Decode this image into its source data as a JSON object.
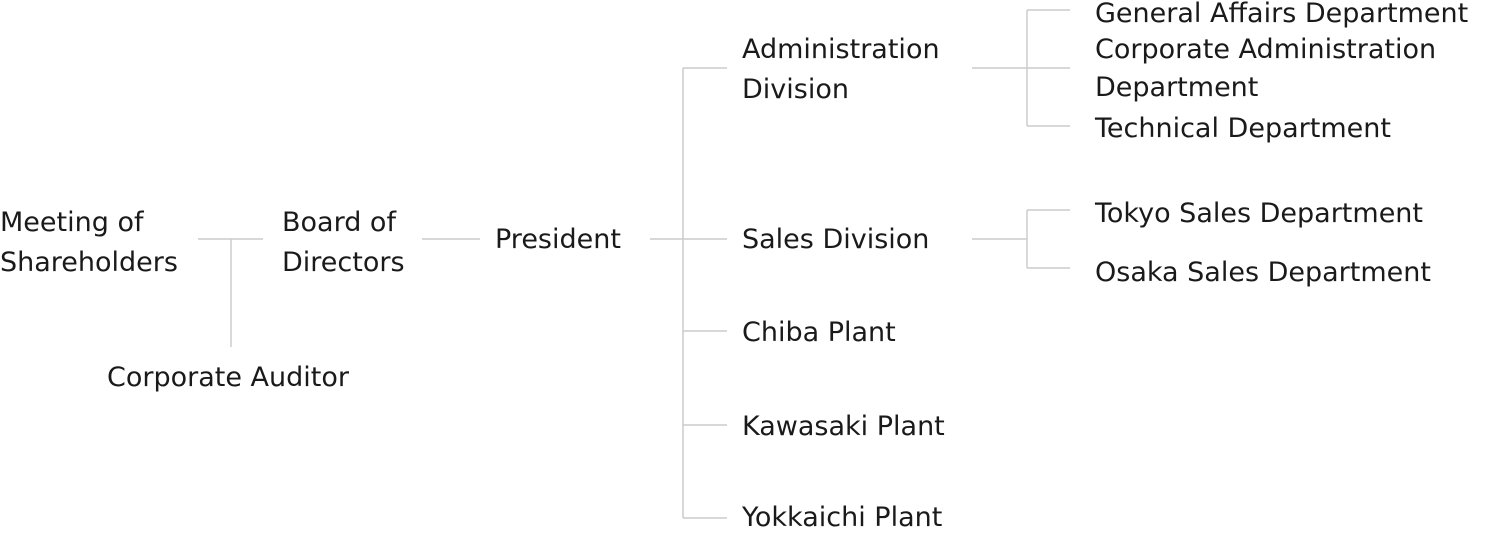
{
  "colors": {
    "line": "#cccccc",
    "text": "#1a1a1a",
    "background": "#ffffff"
  },
  "nodes": {
    "shareholders": [
      "Meeting of",
      "Shareholders"
    ],
    "board": [
      "Board of",
      "Directors"
    ],
    "auditor": [
      "Corporate Auditor"
    ],
    "president": [
      "President"
    ],
    "admin_division": [
      "Administration",
      "Division"
    ],
    "sales_division": [
      "Sales Division"
    ],
    "chiba": [
      "Chiba Plant"
    ],
    "kawasaki": [
      "Kawasaki Plant"
    ],
    "yokkaichi": [
      "Yokkaichi Plant"
    ],
    "general_affairs": [
      "General Affairs Department"
    ],
    "corp_admin": [
      "Corporate Administration",
      "Department"
    ],
    "technical": [
      "Technical Department"
    ],
    "tokyo_sales": [
      "Tokyo Sales Department"
    ],
    "osaka_sales": [
      "Osaka Sales Department"
    ]
  },
  "links": [
    [
      "shareholders",
      "board"
    ],
    [
      "shareholders",
      "auditor"
    ],
    [
      "board",
      "president"
    ],
    [
      "president",
      "admin_division"
    ],
    [
      "president",
      "sales_division"
    ],
    [
      "president",
      "chiba"
    ],
    [
      "president",
      "kawasaki"
    ],
    [
      "president",
      "yokkaichi"
    ],
    [
      "admin_division",
      "general_affairs"
    ],
    [
      "admin_division",
      "corp_admin"
    ],
    [
      "admin_division",
      "technical"
    ],
    [
      "sales_division",
      "tokyo_sales"
    ],
    [
      "sales_division",
      "osaka_sales"
    ]
  ]
}
